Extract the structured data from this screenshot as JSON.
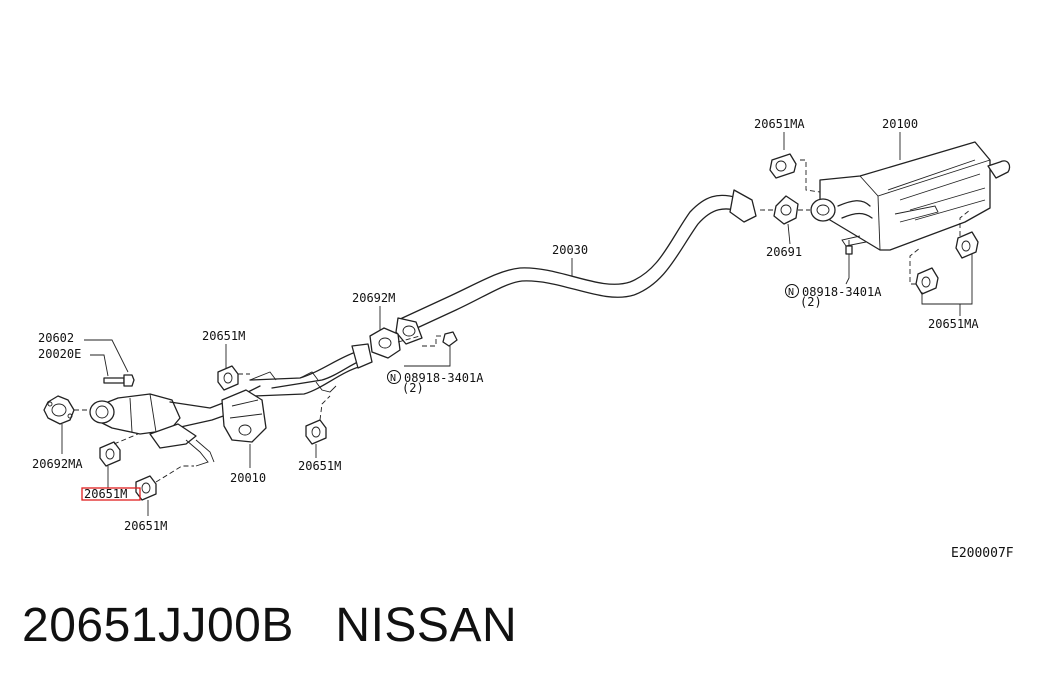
{
  "diagram": {
    "figure_code": "E200007F",
    "callouts": {
      "muffler": "20100",
      "center_pipe": "20030",
      "front_tube": "20010",
      "stud": "20602",
      "nut_front": "20020E",
      "gasket_front": "20692MA",
      "gasket_mid": "20692M",
      "gasket_rear": "20691",
      "mount_front_highlighted": "20651M",
      "mount_front_lower": "20651M",
      "mount_center_upper": "20651M",
      "mount_center_lower": "20651M",
      "mount_rear_top": "20651MA",
      "mount_rear_right": "20651MA",
      "nut_center": "08918-3401A",
      "nut_center_qty": "(2)",
      "nut_rear": "08918-3401A",
      "nut_rear_qty": "(2)",
      "nut_symbol": "N"
    }
  },
  "footer": {
    "part_number": "20651JJ00B",
    "brand": "NISSAN"
  },
  "colors": {
    "line": "#222222",
    "highlight": "#e01f1f"
  }
}
